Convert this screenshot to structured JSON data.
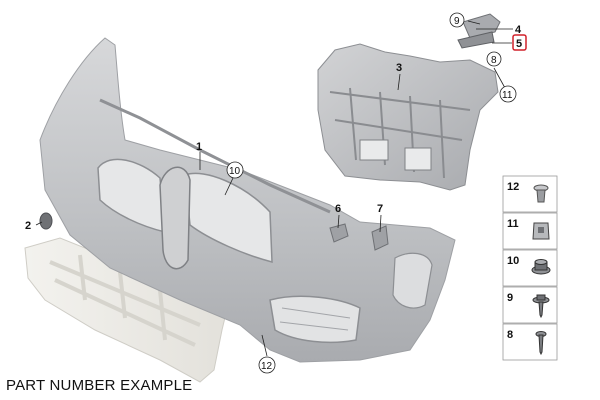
{
  "caption": "PART NUMBER EXAMPLE",
  "highlight_color": "#d0202a",
  "callouts": {
    "c1": "1",
    "c2": "2",
    "c3": "3",
    "c4": "4",
    "c5": "5",
    "c6": "6",
    "c7": "7",
    "c8_main": "8",
    "c9_main": "9",
    "c10_main": "10",
    "c11_main": "11",
    "c12_main": "12"
  },
  "legend": [
    {
      "number": "12",
      "icon": "clip-icon"
    },
    {
      "number": "11",
      "icon": "clamp-nut-icon"
    },
    {
      "number": "10",
      "icon": "collar-nut-icon"
    },
    {
      "number": "9",
      "icon": "flange-screw-icon"
    },
    {
      "number": "8",
      "icon": "screw-icon"
    }
  ]
}
